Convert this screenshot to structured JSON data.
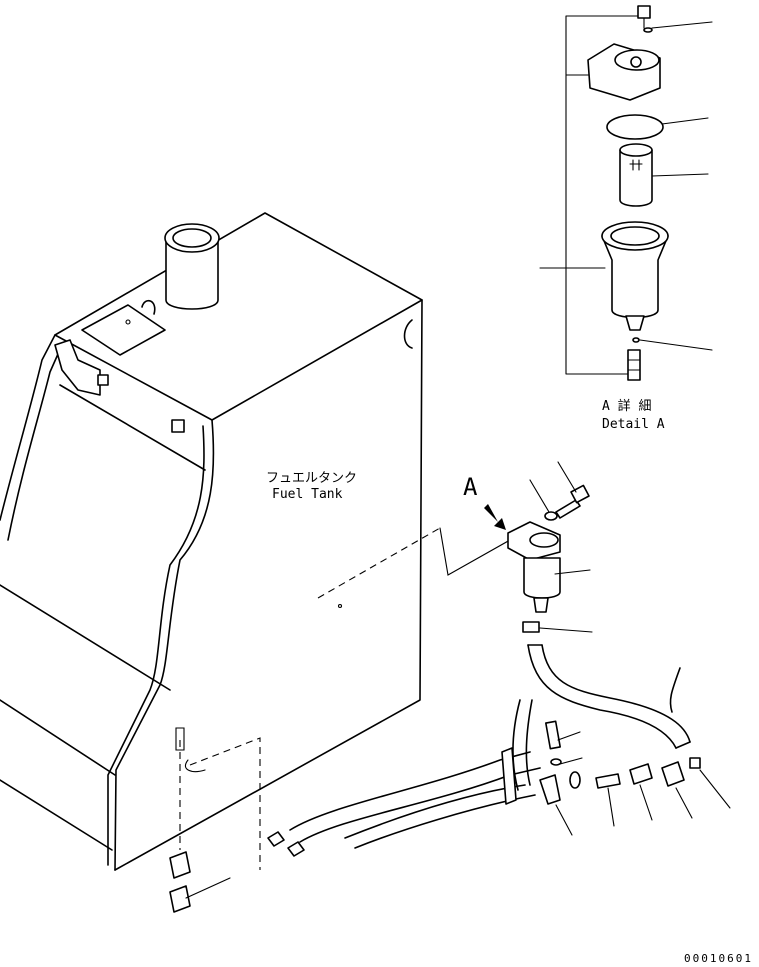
{
  "main_label": {
    "tank_jp": "フュエルタンク",
    "tank_en": "Fuel Tank"
  },
  "view_marker": {
    "letter": "A"
  },
  "detail": {
    "title_jp": "A 詳 細",
    "title_en": "Detail A"
  },
  "drawing_number": "00010601"
}
